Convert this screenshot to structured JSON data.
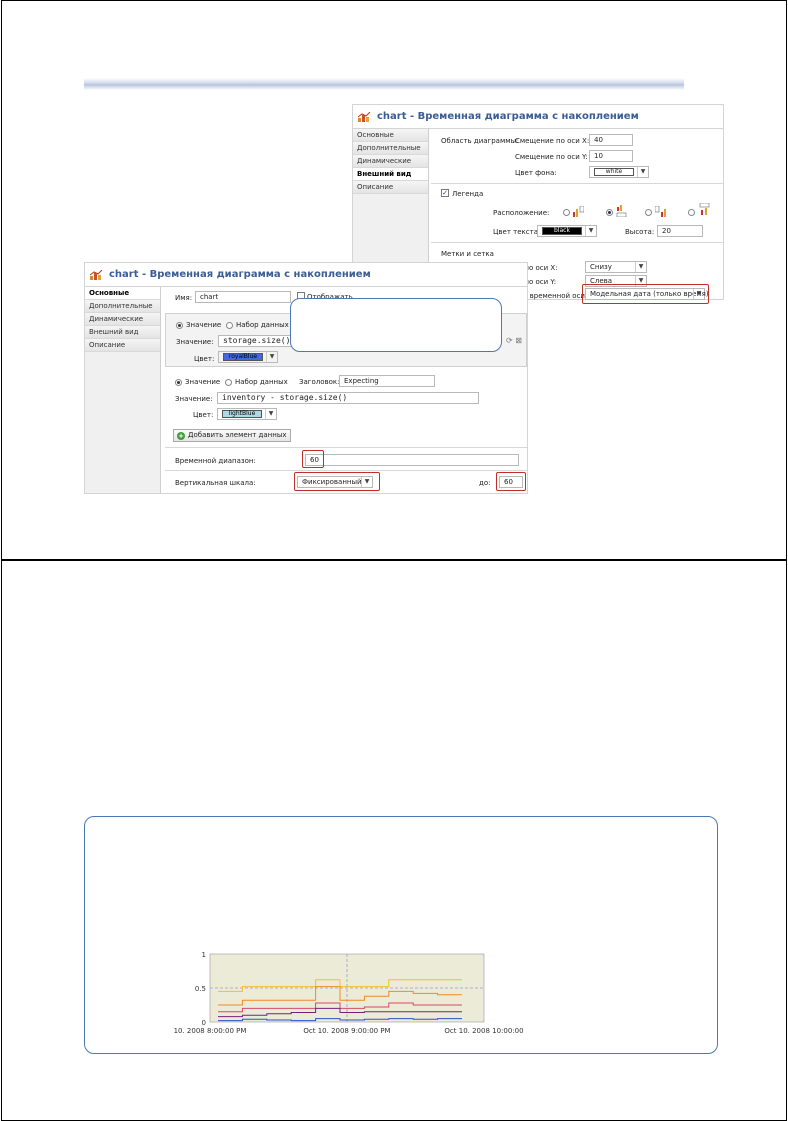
{
  "panel_top": {
    "title": "chart - Временная диаграмма с накоплением",
    "tabs": [
      "Основные",
      "Дополнительные",
      "Динамические",
      "Внешний вид",
      "Описание"
    ],
    "active_tab": 3,
    "chart_area_label": "Область диаграммы:",
    "offset_x_label": "Смещение по оси X:",
    "offset_x_value": "40",
    "offset_y_label": "Смещение по оси Y:",
    "offset_y_value": "10",
    "bg_color_label": "Цвет фона:",
    "bg_color_value": "white",
    "legend_label": "Легенда",
    "legend_checked": true,
    "position_label": "Расположение:",
    "text_color_label": "Цвет текста:",
    "text_color_value": "black",
    "height_label": "Высота:",
    "height_value": "20",
    "grid_section_label": "Метки и сетка",
    "x_labels_label": "Метки по оси X:",
    "x_labels_value": "Снизу",
    "y_labels_label": "Метки по оси Y:",
    "y_labels_value": "Слева",
    "time_format_label": "Формат временной оси:",
    "time_format_value": "Модельная дата (только время)"
  },
  "panel_bottom": {
    "title": "chart - Временная диаграмма с накоплением",
    "tabs": [
      "Основные",
      "Дополнительные",
      "Динамические",
      "Внешний вид",
      "Описание"
    ],
    "active_tab": 0,
    "name_label": "Имя:",
    "name_value": "chart",
    "show_label": "Отображать",
    "item1": {
      "radio_value": "Значение",
      "radio_dataset": "Набор данных",
      "value_label": "Значение:",
      "value": "storage.size()",
      "color_label": "Цвет:",
      "color_value": "royalBlue",
      "color_hex": "#4169e1"
    },
    "item2": {
      "radio_value": "Значение",
      "radio_dataset": "Набор данных",
      "title_label": "Заголовок:",
      "title_value": "Expecting",
      "value_label": "Значение:",
      "value": "inventory - storage.size()",
      "color_label": "Цвет:",
      "color_value": "lightBlue",
      "color_hex": "#add8e6"
    },
    "add_button": "Добавить элемент данных",
    "time_range_label": "Временной диапазон:",
    "time_range_value": "60",
    "vscale_label": "Вертикальная шкала:",
    "vscale_value": "Фиксированный",
    "to_label": "до:",
    "to_value": "60"
  },
  "chart_data": {
    "type": "area",
    "x": [
      "10. 2008 8:00:00 PM",
      "Oct 10. 2008 9:00:00 PM",
      "Oct 10. 2008 10:00:00"
    ],
    "ylim": [
      0,
      1
    ],
    "yticks": [
      "0",
      "0.5",
      "1"
    ],
    "grid": true,
    "series": [
      {
        "color": "#f0c030",
        "values": [
          0.45,
          0.52,
          0.52,
          0.52,
          0.62,
          0.52,
          0.52,
          0.62,
          0.62,
          0.62
        ]
      },
      {
        "color": "#f08a24",
        "values": [
          0.25,
          0.32,
          0.32,
          0.32,
          0.52,
          0.32,
          0.38,
          0.45,
          0.42,
          0.4
        ]
      },
      {
        "color": "#d64a6a",
        "values": [
          0.15,
          0.2,
          0.2,
          0.2,
          0.28,
          0.2,
          0.22,
          0.28,
          0.25,
          0.25
        ]
      },
      {
        "color": "#7a1f7a",
        "values": [
          0.08,
          0.1,
          0.12,
          0.14,
          0.2,
          0.14,
          0.15,
          0.15,
          0.15,
          0.15
        ]
      },
      {
        "color": "#2a52c9",
        "values": [
          0.02,
          0.04,
          0.03,
          0.02,
          0.05,
          0.03,
          0.04,
          0.05,
          0.04,
          0.05
        ]
      }
    ],
    "colors": {
      "plot_bg": "#ecebd8",
      "dashed_line": "#8f9fd6"
    }
  }
}
